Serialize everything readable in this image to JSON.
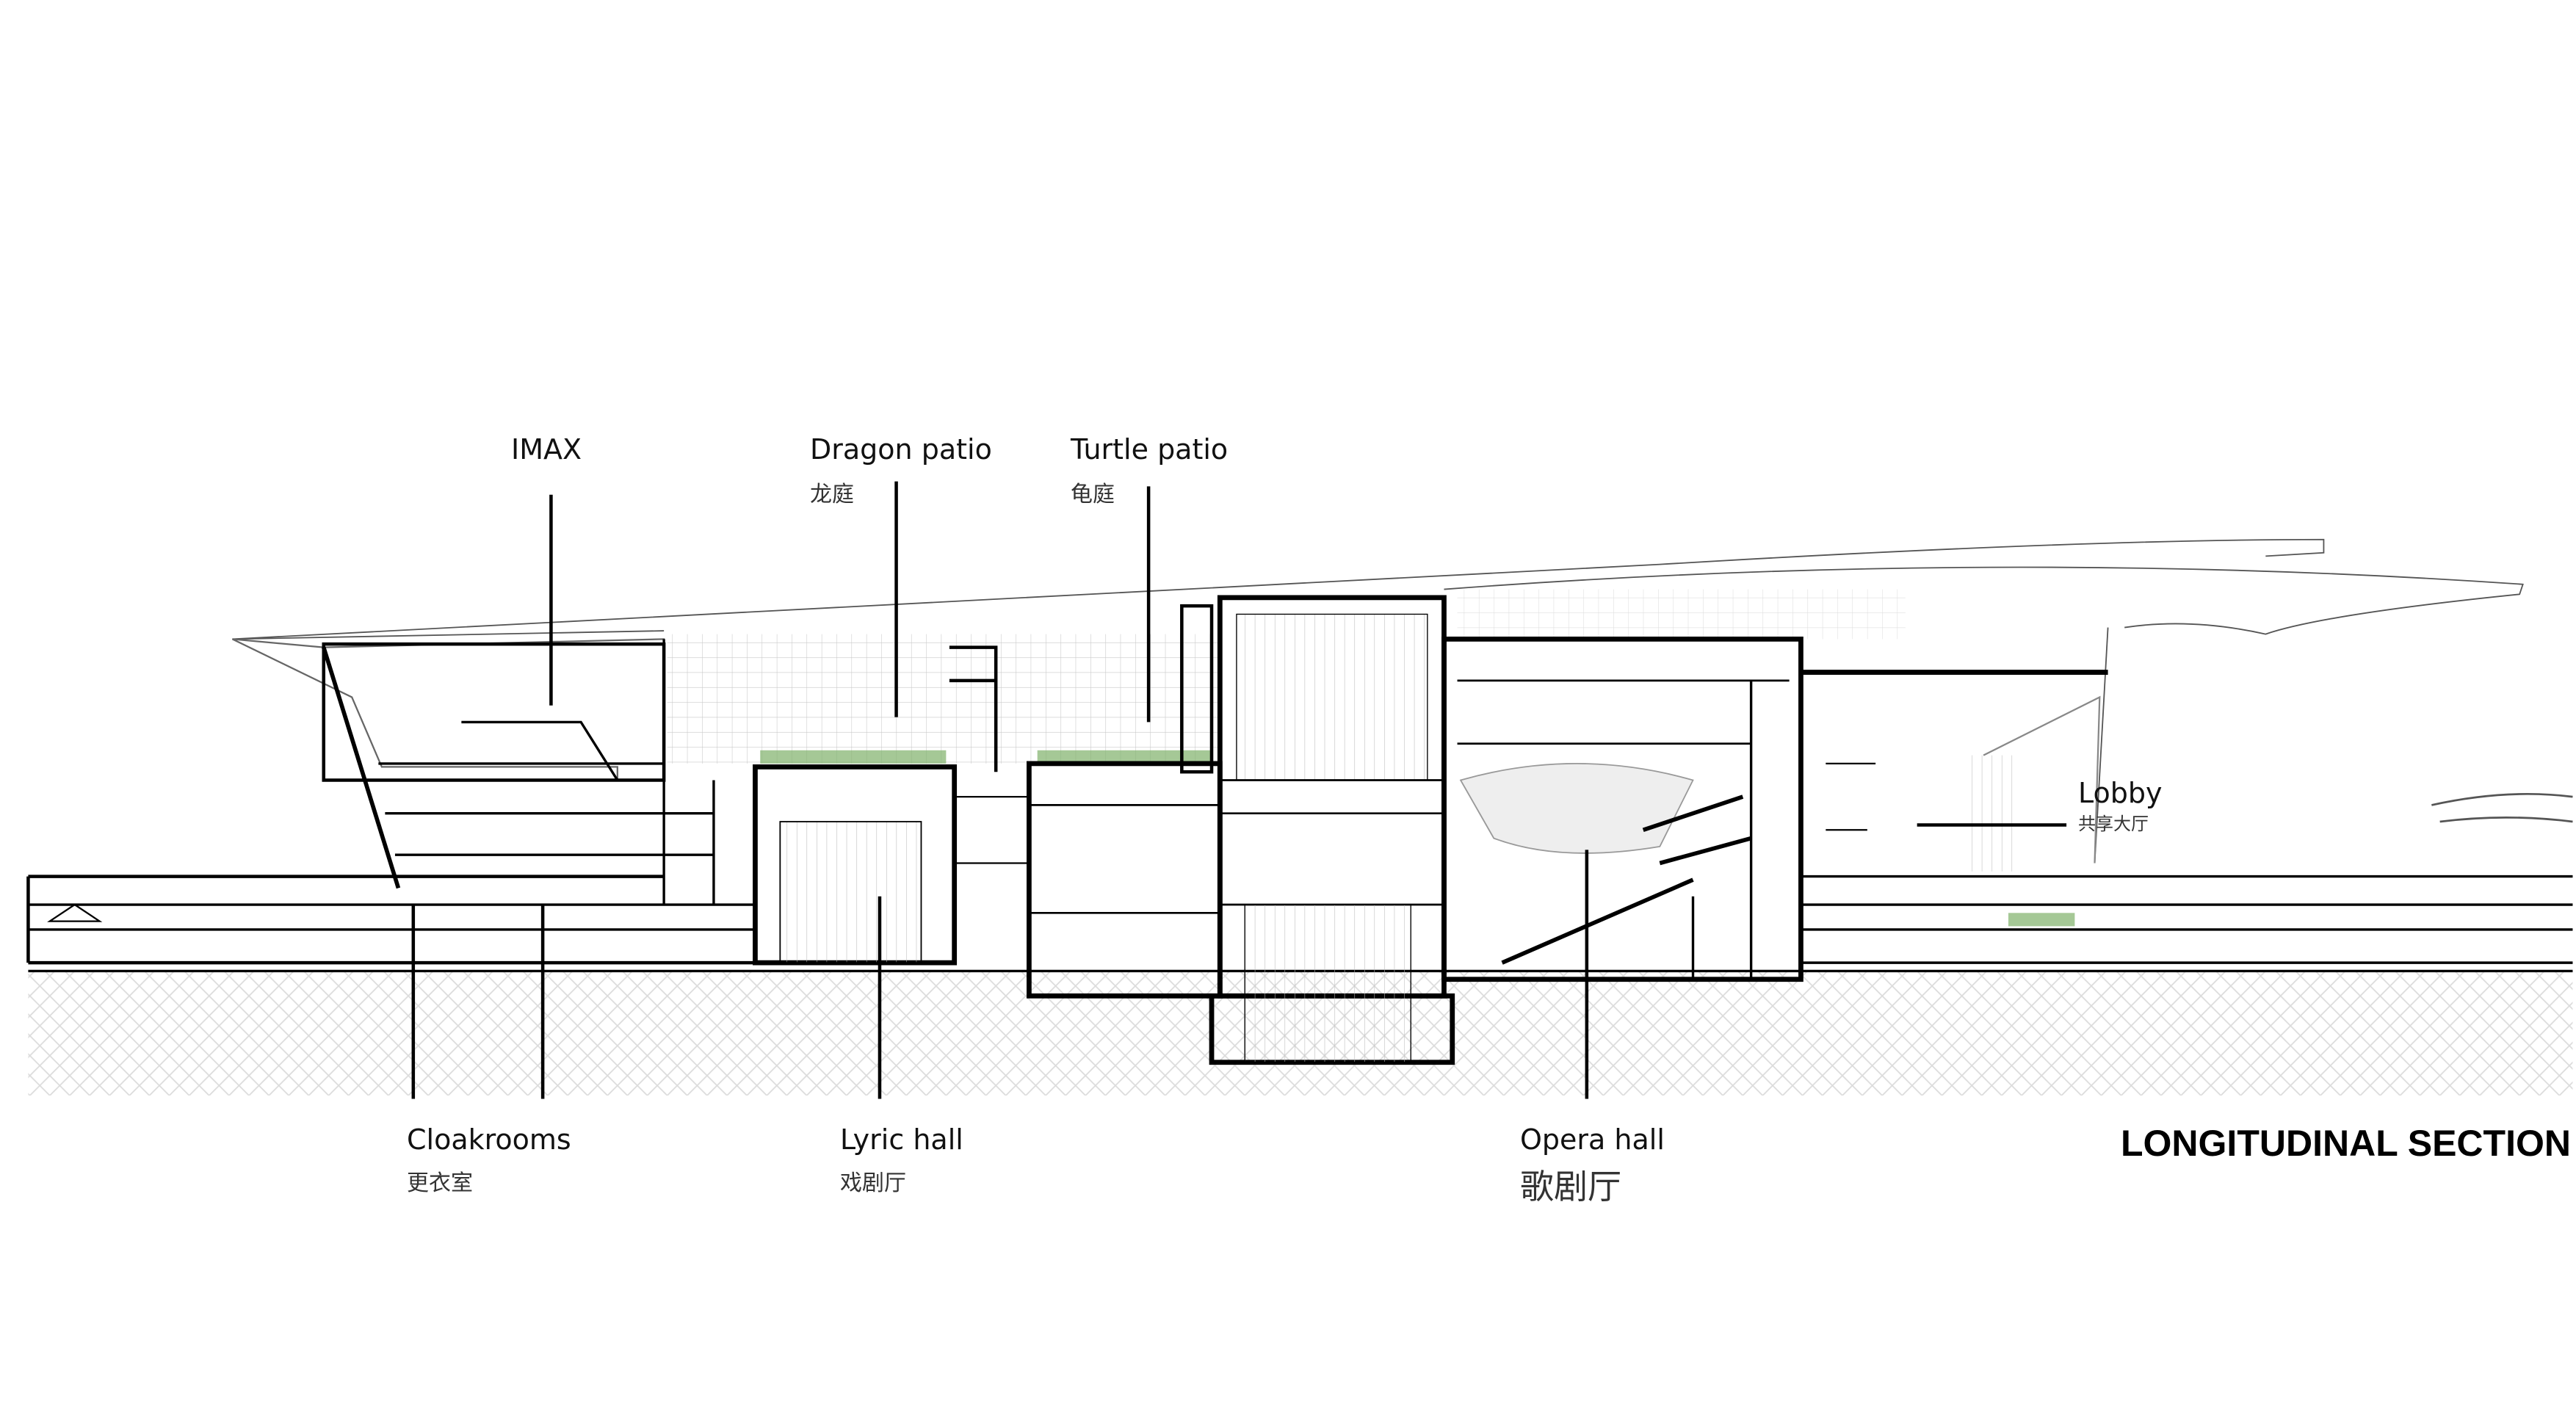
{
  "labels": {
    "imax": {
      "en": "IMAX"
    },
    "dragon_patio": {
      "en": "Dragon patio",
      "zh": "龙庭"
    },
    "turtle_patio": {
      "en": "Turtle patio",
      "zh": "龟庭"
    },
    "lobby": {
      "en": "Lobby",
      "zh": "共享大厅"
    },
    "cloakrooms": {
      "en": "Cloakrooms",
      "zh": "更衣室"
    },
    "lyric_hall": {
      "en": "Lyric hall",
      "zh": "戏剧厅"
    },
    "opera_hall": {
      "en": "Opera hall",
      "zh": "歌剧厅"
    }
  },
  "title": "LONGITUDINAL SECTION",
  "colors": {
    "ink": "#000000",
    "ground_hatch": "#e6e6e6",
    "glazing": "#c8c8c8",
    "planting": "#7fb069"
  }
}
